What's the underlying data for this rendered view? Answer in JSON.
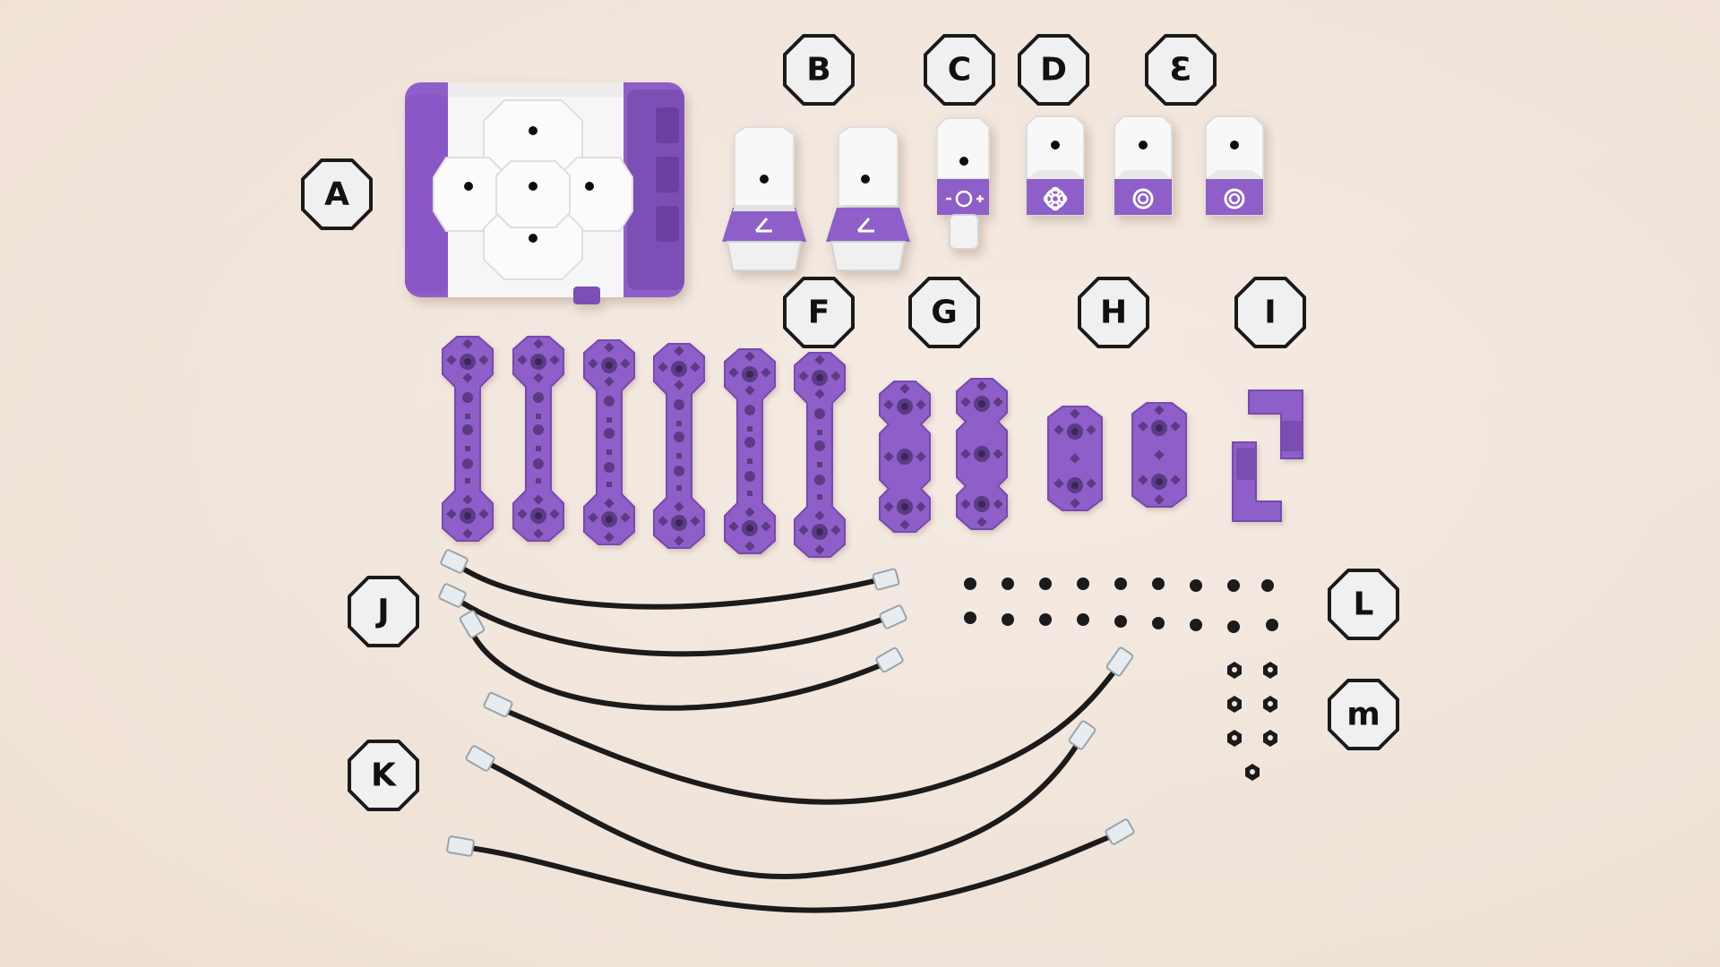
{
  "labels": {
    "a": "A",
    "b": "B",
    "c": "C",
    "d": "D",
    "e": "Ɛ",
    "f": "F",
    "g": "G",
    "h": "H",
    "i": "I",
    "j": "J",
    "k": "K",
    "l": "L",
    "m": "m"
  },
  "colors": {
    "background": "#f2e6dc",
    "purple": "#8e5ec8",
    "purple_dark": "#6f44a6",
    "white_plastic": "#f7f7f7",
    "cable": "#1b1b1b",
    "hex_fill": "#f0f0f0"
  },
  "icons": {
    "b": "angle-icon",
    "c": "servo-icon",
    "d": "gear-icon",
    "e": "distance-icon"
  }
}
